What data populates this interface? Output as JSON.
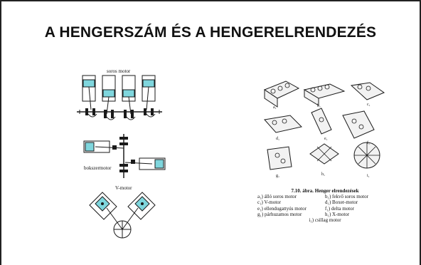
{
  "slide": {
    "title": "A HENGERSZÁM ÉS A HENGERELRENDEZÉS"
  },
  "left_figures": {
    "inline_label": "soros motor",
    "boxer_label": "bokszermotor",
    "v_label": "V-motor"
  },
  "right_figure": {
    "sublabels": [
      "a₁",
      "b₁",
      "c₁",
      "d₁",
      "e₁",
      "f₁",
      "g₁",
      "h₁",
      "i₁"
    ],
    "caption_head": "7.10. ábra. Henger elrendezések",
    "legend": [
      [
        "a₁) álló soros motor",
        "b₁) fekvő soros motor"
      ],
      [
        "c₁) V-motor",
        "d₁) Boxer-motor"
      ],
      [
        "e₁) ellendugattyús motor",
        "f₁) delta motor"
      ],
      [
        "g₁) párhuzamos motor",
        "h₁) X-motor"
      ]
    ],
    "legend_last": "i₁) csillag motor"
  },
  "colors": {
    "cylinder_fill": "#7fd6dd",
    "line": "#1a1a1a"
  }
}
